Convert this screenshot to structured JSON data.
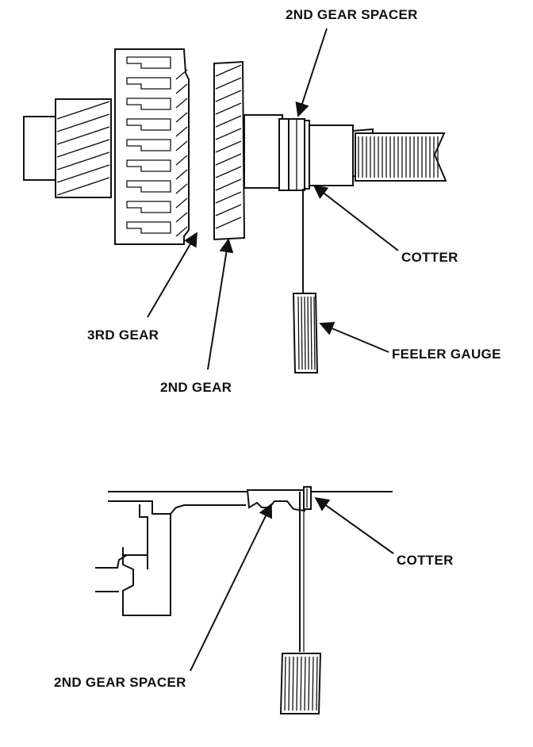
{
  "labels": {
    "top_spacer": "2ND GEAR SPACER",
    "top_cotter": "COTTER",
    "feeler_gauge": "FEELER GAUGE",
    "third_gear": "3RD GEAR",
    "second_gear": "2ND GEAR",
    "bottom_cotter": "COTTER",
    "bottom_spacer": "2ND GEAR SPACER"
  },
  "colors": {
    "ink": "#111111",
    "paper": "#ffffff"
  }
}
